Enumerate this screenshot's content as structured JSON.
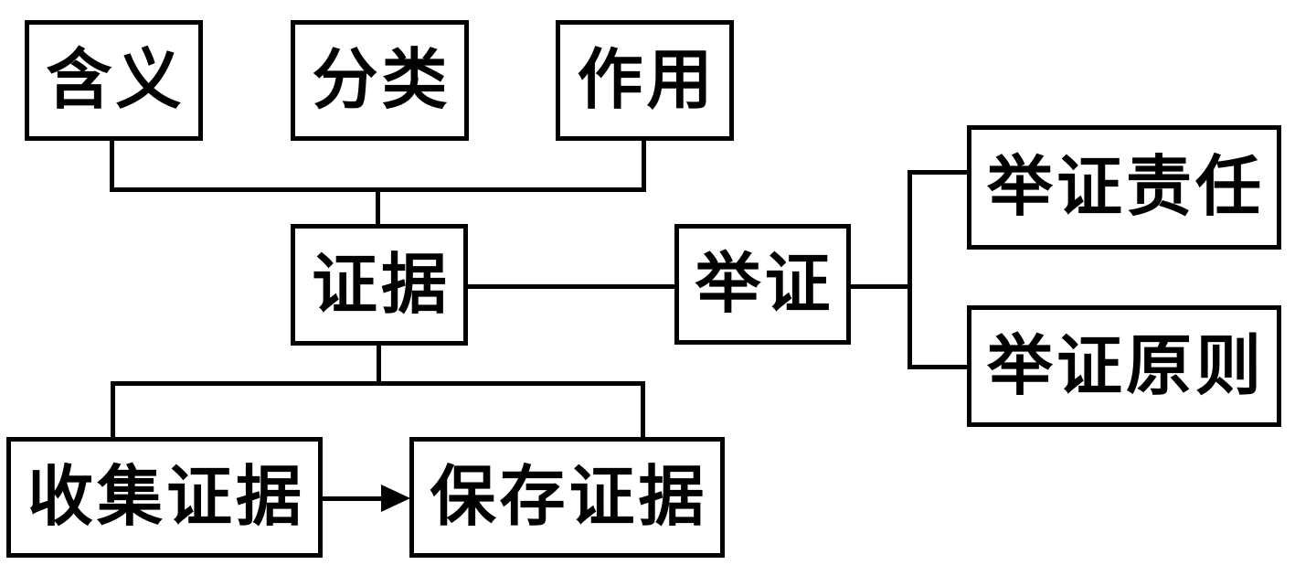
{
  "diagram": {
    "type": "flowchart",
    "background_color": "#ffffff",
    "line_color": "#000000",
    "text_color": "#000000",
    "nodes": {
      "meaning": "含义",
      "classification": "分类",
      "function": "作用",
      "evidence": "证据",
      "adduce_evidence": "举证",
      "burden_of_proof": "举证责任",
      "proof_principle": "举证原则",
      "collect_evidence": "收集证据",
      "preserve_evidence": "保存证据"
    },
    "edges": [
      {
        "from": "meaning",
        "to": "evidence",
        "style": "elbow-line"
      },
      {
        "from": "function",
        "to": "evidence",
        "style": "elbow-line"
      },
      {
        "from": "evidence",
        "to": "adduce_evidence",
        "style": "line"
      },
      {
        "from": "adduce_evidence",
        "to": "burden_of_proof",
        "style": "elbow-line"
      },
      {
        "from": "adduce_evidence",
        "to": "proof_principle",
        "style": "elbow-line"
      },
      {
        "from": "evidence",
        "to": "collect_evidence",
        "style": "elbow-line"
      },
      {
        "from": "evidence",
        "to": "preserve_evidence",
        "style": "elbow-line"
      },
      {
        "from": "collect_evidence",
        "to": "preserve_evidence",
        "style": "arrow"
      }
    ]
  }
}
